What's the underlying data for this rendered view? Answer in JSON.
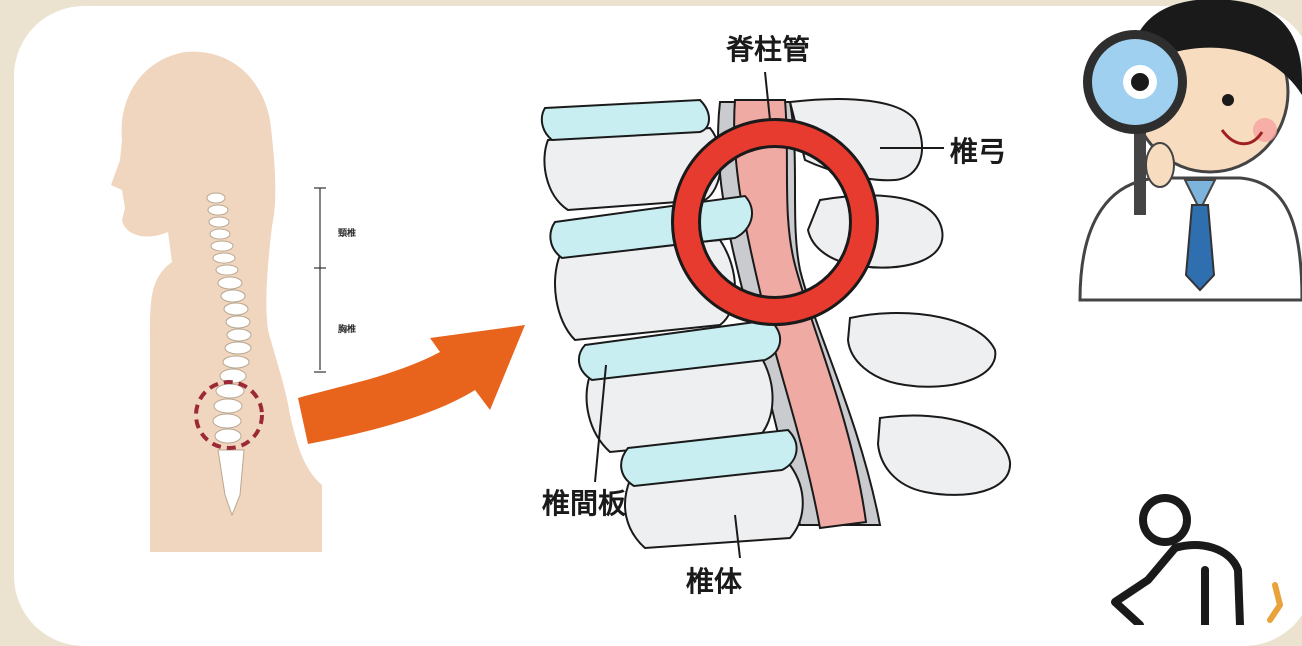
{
  "labels": {
    "spinal_canal": "脊柱管",
    "vertebral_arch": "椎弓",
    "intervertebral_disc": "椎間板",
    "vertebral_body": "椎体"
  },
  "body_labels": {
    "cervical": "頸椎",
    "thoracic": "胸椎"
  },
  "colors": {
    "background": "#ebe3d0",
    "skin": "#f0d5bf",
    "disc": "#c8eef2",
    "canal": "#f0aaa4",
    "highlight_circle": "#e63b2e",
    "arrow": "#e8641c",
    "dashed_circle": "#9c2a36"
  }
}
